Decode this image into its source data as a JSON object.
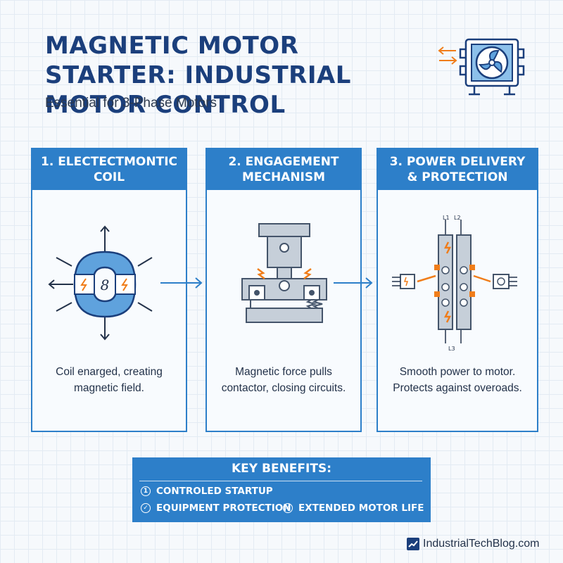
{
  "header": {
    "title": "MAGNETIC MOTOR STARTER: INDUSTRIAL MOTOR CONTROL",
    "subtitle": "Essential for 3-Phase Motors",
    "icon": "motor-icon"
  },
  "steps": [
    {
      "title": "1. ELECTECTMONTIC COIL",
      "description": "Coil enarged, creating magnetic field.",
      "icon": "electromagnetic-coil-icon",
      "coil_label": "8"
    },
    {
      "title": "2. ENGAGEMENT MECHANISM",
      "description": "Magnetic force pulls contactor, closing circuits.",
      "icon": "contactor-mechanism-icon"
    },
    {
      "title": "3. POWER DELIVERY & PROTECTION",
      "description": "Smooth power to motor. Protects against overoads.",
      "icon": "power-delivery-icon",
      "terminal_labels": [
        "L1",
        "L2",
        "L3"
      ]
    }
  ],
  "benefits": {
    "title": "KEY BENEFITS:",
    "items": [
      {
        "label": "CONTROLED STARTUP",
        "icon": "circle-one-icon",
        "glyph": "1"
      },
      {
        "label": "EQUIPMENT PROTECTION",
        "icon": "shield-check-icon",
        "glyph": "✓"
      },
      {
        "label": "EXTENDED MOTOR LIFE",
        "icon": "check-circle-icon",
        "glyph": "✓"
      }
    ]
  },
  "footer": {
    "site": "IndustrialTechBlog.com",
    "icon": "chart-logo-icon"
  },
  "colors": {
    "primary_blue": "#2d7fc9",
    "title_navy": "#1b3f7c",
    "accent_orange": "#f07d1a",
    "coil_blue": "#5fa2dd",
    "metal_gray": "#c6cfd9"
  }
}
